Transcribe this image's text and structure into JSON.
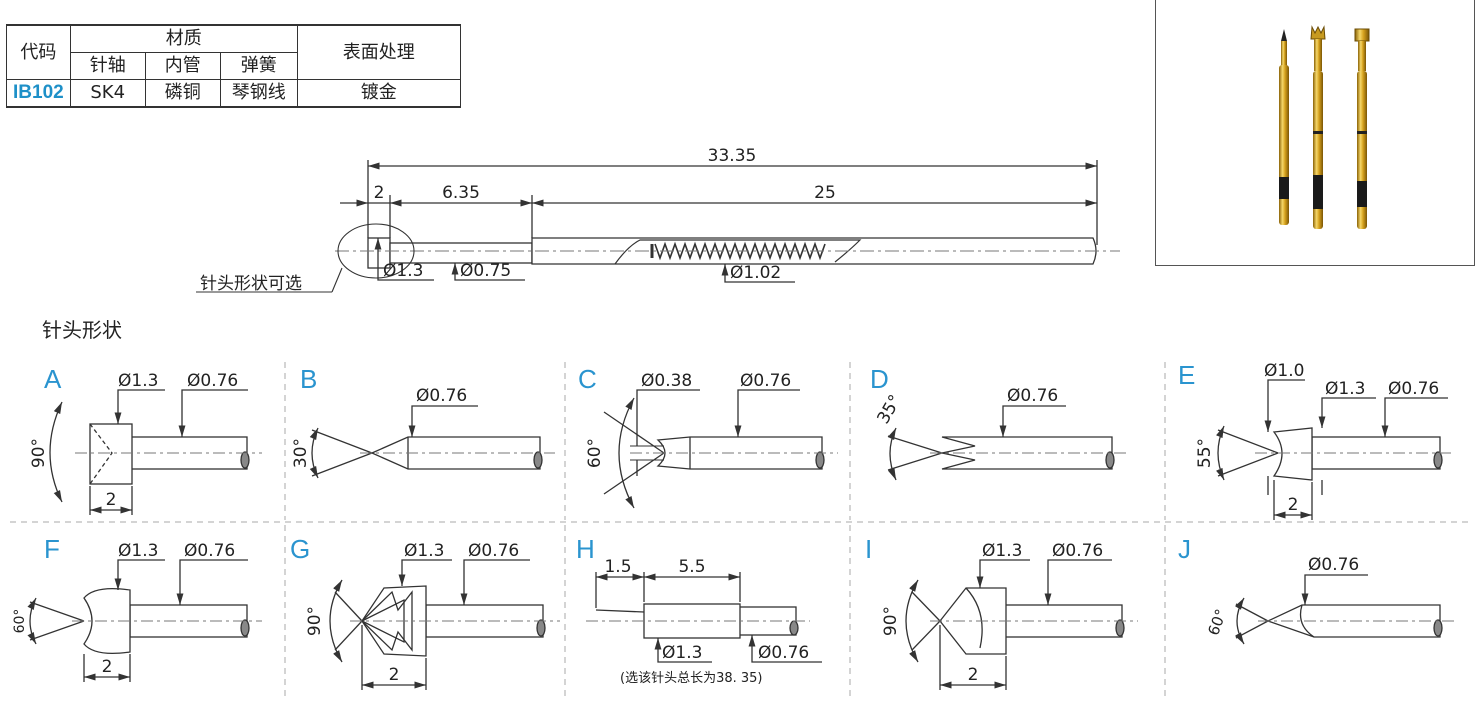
{
  "table": {
    "header": {
      "code": "代码",
      "material": "材质",
      "surface": "表面处理",
      "shaft": "针轴",
      "tube": "内管",
      "spring": "弹簧"
    },
    "row": {
      "code": "IB102",
      "shaft": "SK4",
      "tube": "磷铜",
      "spring": "琴钢线",
      "surface": "镀金"
    }
  },
  "main_drawing": {
    "total_length": "33.35",
    "head_length": "2",
    "plunger_length": "6.35",
    "barrel_length": "25",
    "head_dia": "Ø1.3",
    "plunger_dia": "Ø0.75",
    "barrel_dia": "Ø1.02",
    "callout": "针头形状可选"
  },
  "section_title": "针头形状",
  "shapes": [
    {
      "letter": "A",
      "angle": "90°",
      "dia1": "Ø1.3",
      "dia2": "Ø0.76",
      "len": "2"
    },
    {
      "letter": "B",
      "angle": "30°",
      "dia1": "",
      "dia2": "Ø0.76",
      "len": ""
    },
    {
      "letter": "C",
      "angle": "60°",
      "dia1": "Ø0.38",
      "dia2": "Ø0.76",
      "len": ""
    },
    {
      "letter": "D",
      "angle": "35°",
      "dia1": "",
      "dia2": "Ø0.76",
      "len": ""
    },
    {
      "letter": "E",
      "angle": "55°",
      "dia1": "Ø1.0",
      "dia1b": "Ø1.3",
      "dia2": "Ø0.76",
      "len": "2"
    },
    {
      "letter": "F",
      "angle": "60°",
      "dia1": "Ø1.3",
      "dia2": "Ø0.76",
      "len": "2"
    },
    {
      "letter": "G",
      "angle": "90°",
      "dia1": "Ø1.3",
      "dia2": "Ø0.76",
      "len": "2"
    },
    {
      "letter": "H",
      "angle": "",
      "dia1": "Ø1.3",
      "dia2": "Ø0.76",
      "len": "5.5",
      "len2": "1.5",
      "note": "(选该针头总长为38. 35)"
    },
    {
      "letter": "I",
      "angle": "90°",
      "dia1": "Ø1.3",
      "dia2": "Ø0.76",
      "len": "2"
    },
    {
      "letter": "J",
      "angle": "60°",
      "dia1": "",
      "dia2": "Ø0.76",
      "len": ""
    }
  ],
  "colors": {
    "accent": "#2a94cf",
    "gold": "#d4a017",
    "line": "#333333"
  }
}
